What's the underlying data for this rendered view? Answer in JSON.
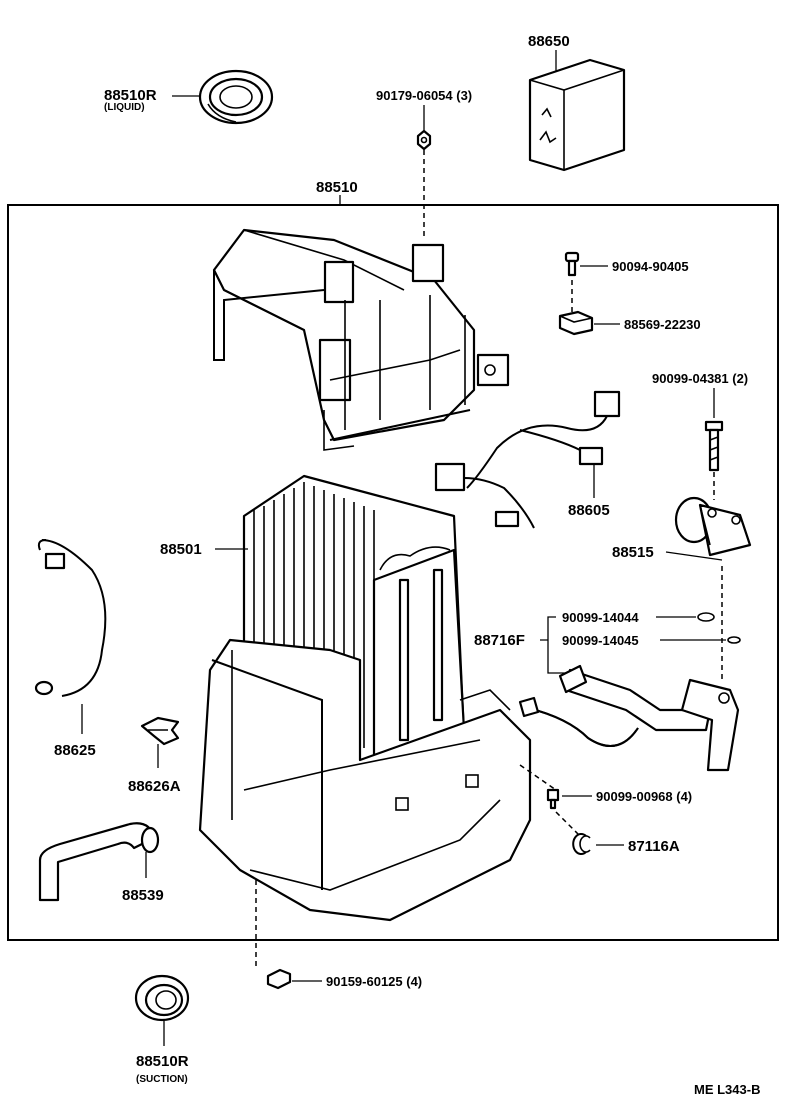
{
  "diagram": {
    "labels": {
      "p88510r_liquid": "88510R",
      "p88510r_liquid_sub": "(LIQUID)",
      "p90179": "90179-06054 (3)",
      "p88650": "88650",
      "p88510": "88510",
      "p90094": "90094-90405",
      "p88569": "88569-22230",
      "p90099_04381": "90099-04381 (2)",
      "p88501": "88501",
      "p88605": "88605",
      "p88515": "88515",
      "p90099_14044": "90099-14044",
      "p88716f": "88716F",
      "p90099_14045": "90099-14045",
      "p88625": "88625",
      "p88626a": "88626A",
      "p90099_00968": "90099-00968 (4)",
      "p87116a": "87116A",
      "p88539": "88539",
      "p90159": "90159-60125 (4)",
      "p88510r_suction": "88510R",
      "p88510r_suction_sub": "(SUCTION)",
      "footer_code": "ME  L343-B"
    }
  }
}
